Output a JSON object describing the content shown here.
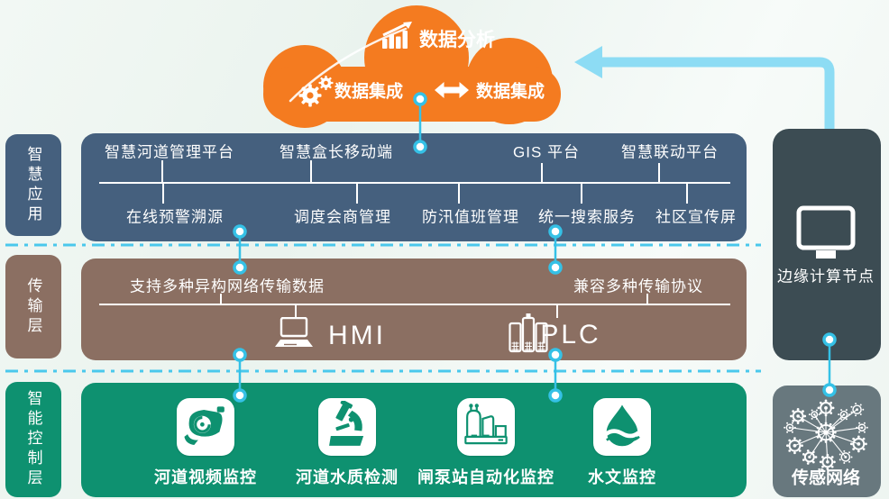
{
  "palette": {
    "cloud_orange": "#f47b20",
    "application_blue": "#45607e",
    "transport_brown": "#8b6f62",
    "control_green": "#0e9170",
    "edge_node_dark": "#3c4c53",
    "sensor_gray": "#68787e",
    "connector_cyan": "#35c1e6",
    "arrow_light_blue": "#8ddcf4",
    "dashed_divider_cyan": "#4ac8ec"
  },
  "cloud": {
    "analysis": "数据分析",
    "integration_left": "数据集成",
    "integration_right": "数据集成"
  },
  "application_layer": {
    "side_label": "智慧应用",
    "top_items": [
      "智慧河道管理平台",
      "智慧盒长移动端",
      "GIS 平台",
      "智慧联动平台"
    ],
    "bottom_items": [
      "在线预警溯源",
      "调度会商管理",
      "防汛值班管理",
      "统一搜索服务",
      "社区宣传屏"
    ]
  },
  "transport_layer": {
    "side_label": "传输层",
    "left_note": "支持多种异构网络传输数据",
    "right_note": "兼容多种传输协议",
    "devices": [
      "HMI",
      "PLC"
    ]
  },
  "control_layer": {
    "side_label": "智能控制层",
    "items": [
      {
        "icon": "cctv-camera-icon",
        "label": "河道视频监控"
      },
      {
        "icon": "microscope-icon",
        "label": "河道水质检测"
      },
      {
        "icon": "pump-station-icon",
        "label": "闸泵站自动化监控"
      },
      {
        "icon": "water-drop-icon",
        "label": "水文监控"
      }
    ]
  },
  "edge_node": {
    "label": "边缘计算节点",
    "icon": "monitor-icon"
  },
  "sensor_network": {
    "label": "传感网络",
    "icon": "gear-network-icon"
  }
}
